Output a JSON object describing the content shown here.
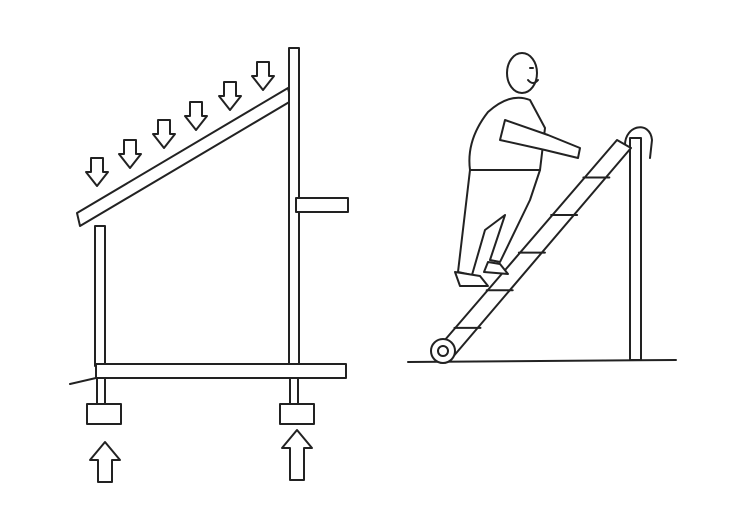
{
  "colors": {
    "ink": "#222222",
    "background": "#ffffff"
  },
  "panels": [
    {
      "id": "load-path-section",
      "icons": [
        "down-arrow-load",
        "up-arrow-reaction"
      ]
    },
    {
      "id": "person-on-ladder"
    }
  ]
}
